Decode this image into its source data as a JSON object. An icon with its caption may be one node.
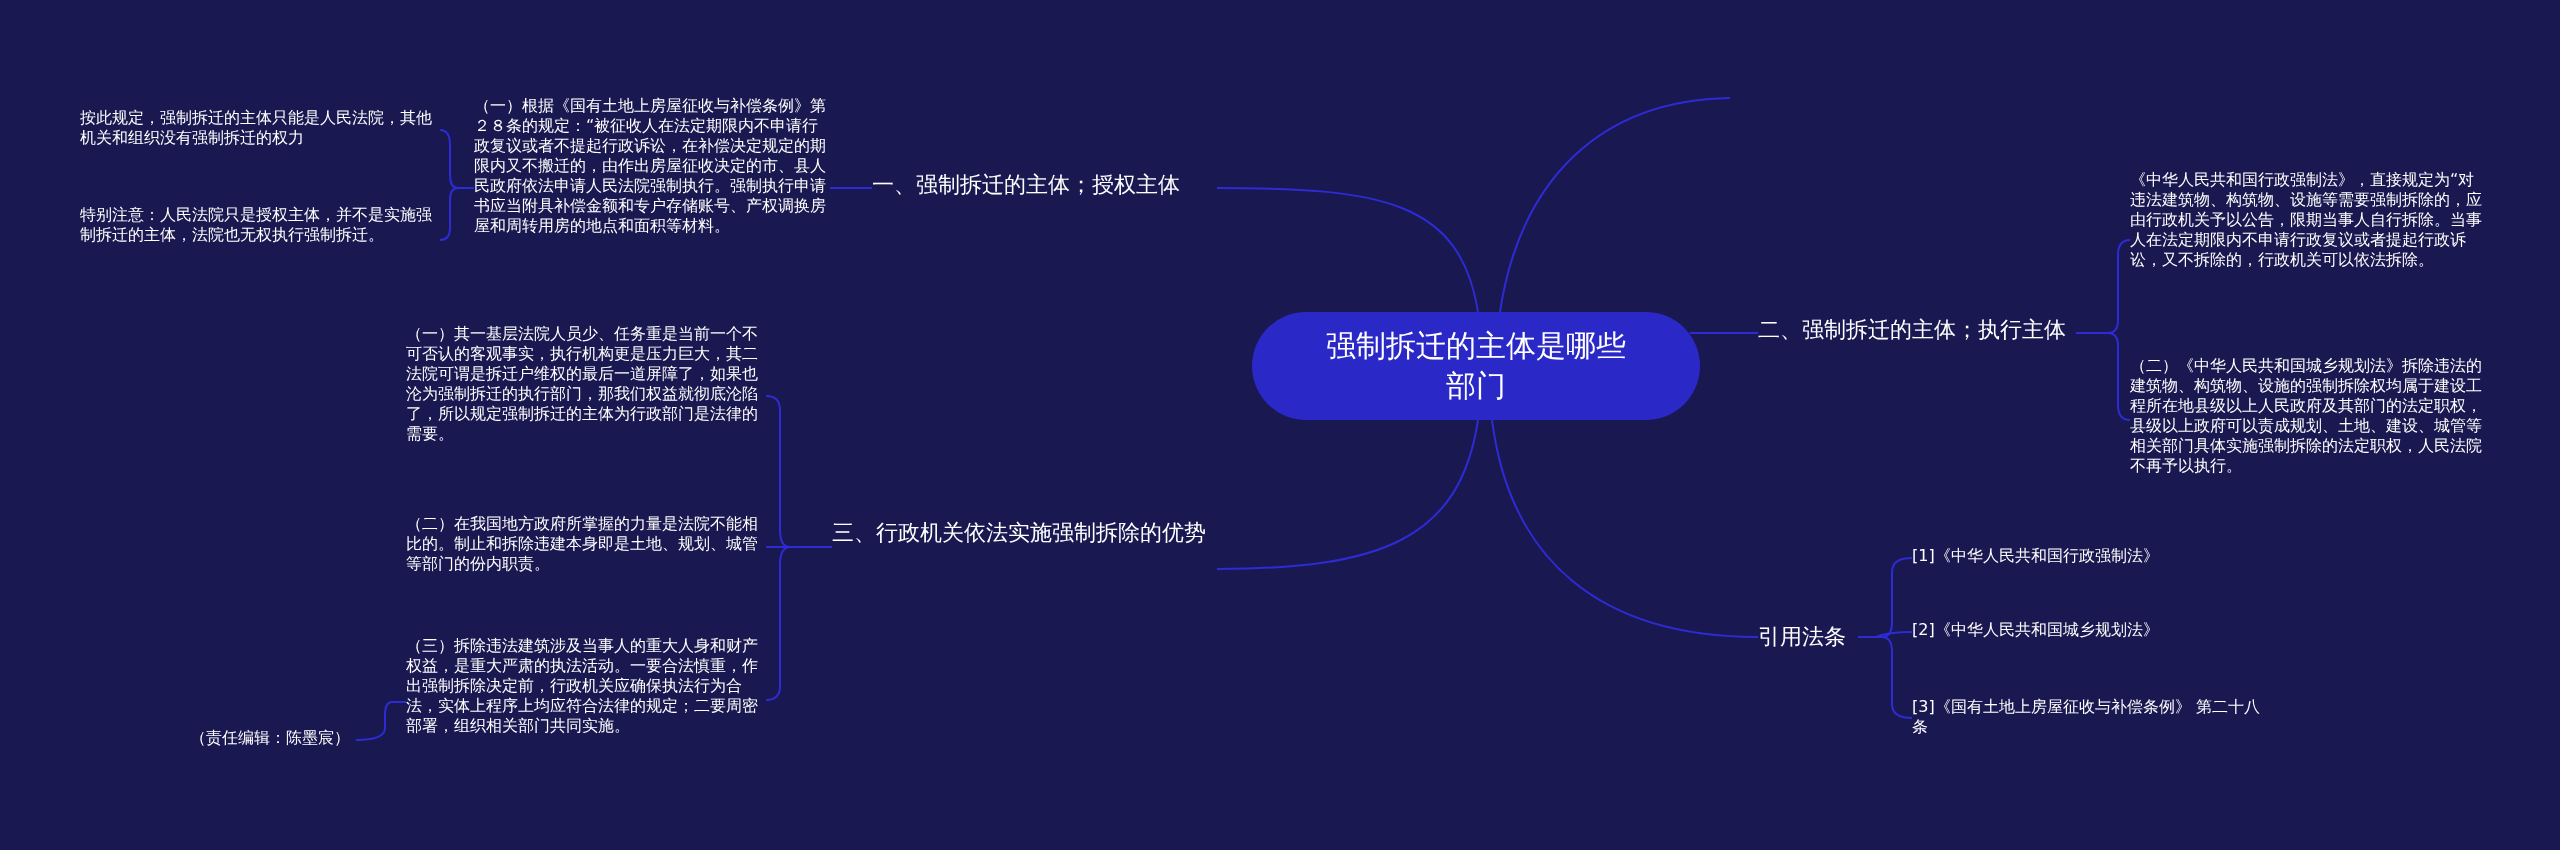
{
  "diagram": {
    "nodes": [
      {
        "text": [
          "强制拆迁的主体是哪些部门"
        ]
      },
      {
        "text": [
          "一、强制拆迁的主体；授权主体"
        ]
      },
      {
        "text": [
          "（一）根据《国有土地上房屋征收与补偿条例》第２８条的规定：“被征收人在法定期限内不申请行政复议或者不提起行政诉讼，在补偿决定规定的期限内又不搬迁的，由作出房屋征收决定的市、县人民政府依法申请人民法院强制执行。强制执行申请书应当附具补偿金额和专户存储账号、产权调换房屋和周转用房的地点和面积等材料。"
        ]
      },
      {
        "text": [
          "按此规定，强制拆迁的主体只能是人民法院，其他机关和组织没有强制拆迁的权力"
        ]
      },
      {
        "text": [
          "特别注意：人民法院只是授权主体，并不是实施强制拆迁的主体，法院也无权执行强制拆迁。"
        ]
      },
      {
        "text": [
          "三、行政机关依法实施强制拆除的优势"
        ]
      },
      {
        "text": [
          "（一）其一基层法院人员少、任务重是当前一个不可否认的客观事实，执行机构更是压力巨大，其二法院可谓是拆迁户维权的最后一道屏障了，如果也沦为强制拆迁的执行部门，那我们权益就彻底沦陷了，所以规定强制拆迁的主体为行政部门是法律的需要。"
        ]
      },
      {
        "text": [
          "（二）在我国地方政府所掌握的力量是法院不能相比的。制止和拆除违建本身即是土地、规划、城管等部门的份内职责。"
        ]
      },
      {
        "text": [
          "（三）拆除违法建筑涉及当事人的重大人身和财产权益，是重大严肃的执法活动。一要合法慎重，作出强制拆除决定前，行政机关应确保执法行为合法，实体上程序上均应符合法律的规定；二要周密部署，组织相关部门共同实施。"
        ]
      },
      {
        "text": [
          "（责任编辑：陈墨宸）"
        ]
      },
      {
        "text": [
          "二、强制拆迁的主体；执行主体"
        ]
      },
      {
        "text": [
          "《中华人民共和国行政强制法》，直接规定为“对违法建筑物、构筑物、设施等需要强制拆除的，应由行政机关予以公告，限期当事人自行拆除。当事人在法定期限内不申请行政复议或者提起行政诉讼，又不拆除的，行政机关可以依法拆除。"
        ]
      },
      {
        "text": [
          "（二）《中华人民共和国城乡规划法》拆除违法的建筑物、构筑物、设施的强制拆除权均属于建设工程所在地县级以上人民政府及其部门的法定职权，县级以上政府可以责成规划、土地、建设、城管等相关部门具体实施强制拆除的法定职权，人民法院不再予以执行。"
        ]
      },
      {
        "text": [
          "引用法条"
        ]
      },
      {
        "text": [
          "[1]《中华人民共和国行政强制法》"
        ]
      },
      {
        "text": [
          "[2]《中华人民共和国城乡规划法》"
        ]
      },
      {
        "text": [
          "[3]《国有土地上房屋征收与补偿条例》 第二十八条"
        ]
      }
    ],
    "edges": [
      {
        "from": 0,
        "to": null,
        "arrow": "none"
      },
      {
        "from": 0,
        "to": 1,
        "arrow": "none"
      },
      {
        "from": 1,
        "to": 2,
        "arrow": "none"
      },
      {
        "from": 2,
        "to": 3,
        "arrow": "none"
      },
      {
        "from": 2,
        "to": 4,
        "arrow": "none"
      },
      {
        "from": 0,
        "to": 5,
        "arrow": "none"
      },
      {
        "from": 5,
        "to": 6,
        "arrow": "none"
      },
      {
        "from": 5,
        "to": 7,
        "arrow": "none"
      },
      {
        "from": 5,
        "to": 8,
        "arrow": "none"
      },
      {
        "from": 8,
        "to": 9,
        "arrow": "none"
      },
      {
        "from": 0,
        "to": 10,
        "arrow": "none"
      },
      {
        "from": 10,
        "to": 11,
        "arrow": "none"
      },
      {
        "from": 10,
        "to": 12,
        "arrow": "none"
      },
      {
        "from": 0,
        "to": 13,
        "arrow": "none"
      },
      {
        "from": 13,
        "to": 14,
        "arrow": "none"
      },
      {
        "from": 13,
        "to": 15,
        "arrow": "none"
      },
      {
        "from": 13,
        "to": 16,
        "arrow": "none"
      }
    ]
  }
}
